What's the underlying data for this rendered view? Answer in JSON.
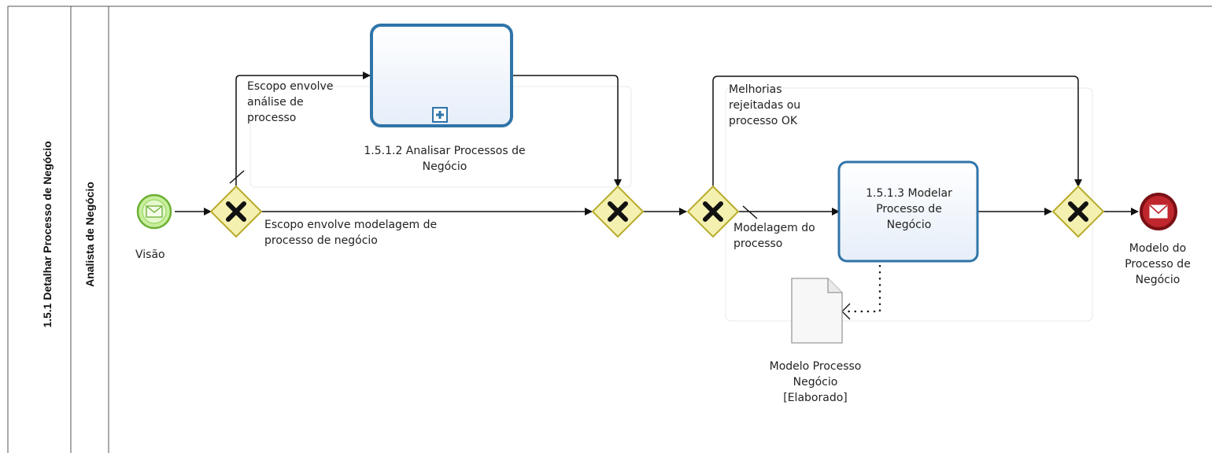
{
  "pool": {
    "name": "1.5.1 Detalhar Processo de Negócio"
  },
  "lane": {
    "name": "Analista de Negócio"
  },
  "events": {
    "start": {
      "label": "Visão"
    },
    "end": {
      "label": "Modelo do\nProcesso de\nNegócio"
    }
  },
  "tasks": {
    "analisar": {
      "label": "1.5.1.2 Analisar Processos de\nNegócio"
    },
    "modelar": {
      "label": "1.5.1.3 Modelar\nProcesso de\nNegócio"
    }
  },
  "data_object": {
    "label": "Modelo Processo\nNegócio\n[Elaborado]"
  },
  "flows": {
    "escopo_analise": "Escopo envolve\nanálise de\nprocesso",
    "escopo_modelagem": "Escopo envolve modelagem de\nprocesso  de negócio",
    "melhorias": "Melhorias\nrejeitadas ou\nprocesso OK",
    "modelagem": "Modelagem do\nprocesso"
  },
  "colors": {
    "task_border": "#2f74a8",
    "task_fill": "#eef3fb",
    "gateway_fill": "#f4f0b0",
    "gateway_border": "#b7ab2c",
    "start_fill": "#c8ef9c",
    "start_border": "#6cb034",
    "end_fill": "#c0262d",
    "end_border": "#7a1014"
  }
}
